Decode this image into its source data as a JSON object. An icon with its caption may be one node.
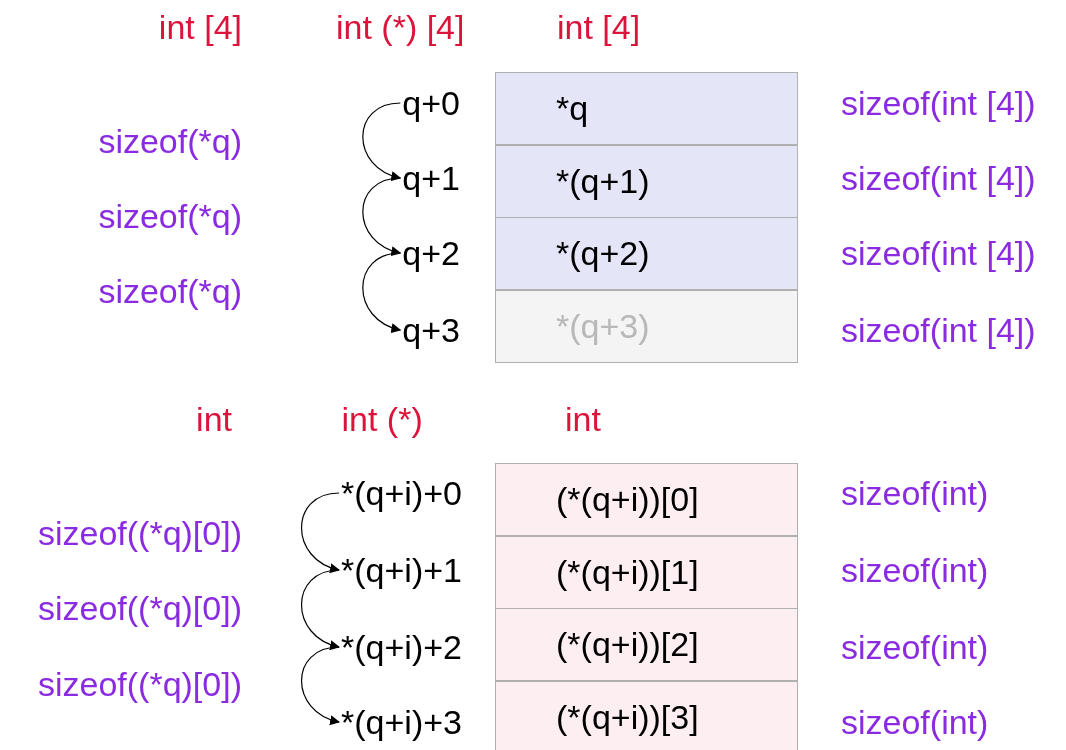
{
  "diagram": {
    "nodes": [
      {
        "text": [
          "q+0"
        ]
      },
      {
        "text": [
          "q+1"
        ]
      },
      {
        "text": [
          "q+2"
        ]
      },
      {
        "text": [
          "q+3"
        ]
      },
      {
        "text": [
          "*q"
        ]
      },
      {
        "text": [
          "*(q+1)"
        ]
      },
      {
        "text": [
          "*(q+2)"
        ]
      },
      {
        "text": [
          "*(q+3)"
        ]
      },
      {
        "text": [
          "*(q+i)+0"
        ]
      },
      {
        "text": [
          "*(q+i)+1"
        ]
      },
      {
        "text": [
          "*(q+i)+2"
        ]
      },
      {
        "text": [
          "*(q+i)+3"
        ]
      },
      {
        "text": [
          "(*(q+i))[0]"
        ]
      },
      {
        "text": [
          "(*(q+i))[1]"
        ]
      },
      {
        "text": [
          "(*(q+i))[2]"
        ]
      },
      {
        "text": [
          "(*(q+i))[3]"
        ]
      }
    ],
    "edges": [
      {
        "from": 0,
        "to": 1,
        "arrow": "to"
      },
      {
        "from": 1,
        "to": 2,
        "arrow": "to"
      },
      {
        "from": 2,
        "to": 3,
        "arrow": "to"
      },
      {
        "from": 8,
        "to": 9,
        "arrow": "to"
      },
      {
        "from": 9,
        "to": 10,
        "arrow": "to"
      },
      {
        "from": 10,
        "to": 11,
        "arrow": "to"
      }
    ],
    "labels": [
      "int [4]",
      "int (*) [4]",
      "int [4]",
      "sizeof(int [4])",
      "sizeof(*q)",
      "sizeof(int [4])",
      "sizeof(*q)",
      "sizeof(int [4])",
      "sizeof(*q)",
      "sizeof(int [4])",
      "int",
      "int (*)",
      "int",
      "sizeof(int)",
      "sizeof((*q)[0])",
      "sizeof(int)",
      "sizeof((*q)[0])",
      "sizeof(int)",
      "sizeof((*q)[0])",
      "sizeof(int)"
    ]
  }
}
